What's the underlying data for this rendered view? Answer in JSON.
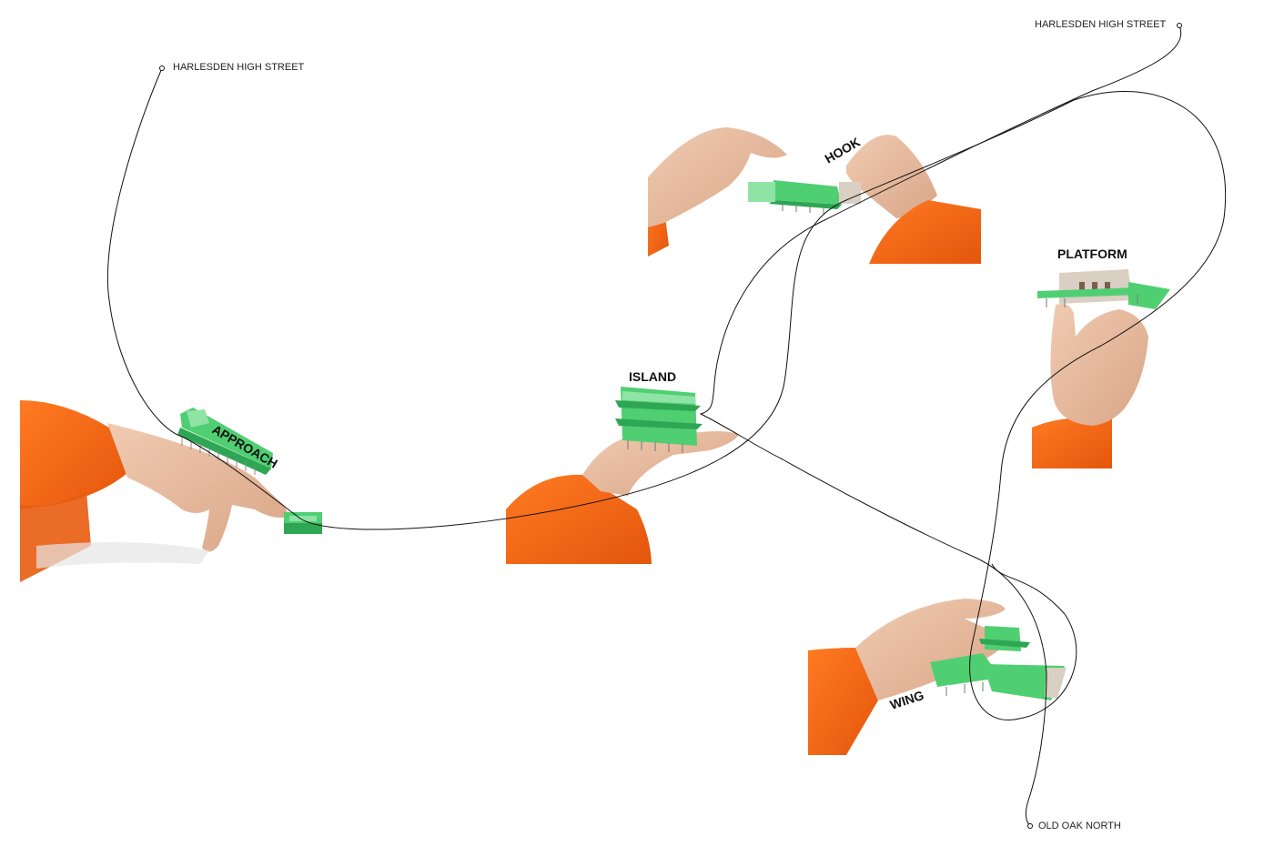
{
  "labels": {
    "start_left": "HARLESDEN HIGH STREET",
    "start_right": "HARLESDEN HIGH STREET",
    "end_bottom": "OLD OAK NORTH",
    "approach": "APPROACH",
    "island": "ISLAND",
    "hook": "HOOK",
    "platform": "PLATFORM",
    "wing": "WING"
  },
  "colors": {
    "sleeve": "#f36a17",
    "skin": "#e8bca0",
    "model": "#4fcf72",
    "model_dark": "#2ea653",
    "model_light": "#8fe3a5",
    "stone": "#d9cfc3",
    "line": "#111111"
  }
}
